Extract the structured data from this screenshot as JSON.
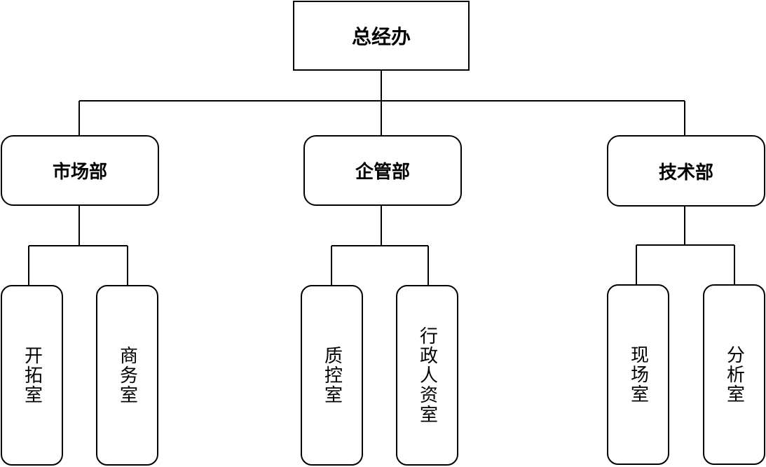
{
  "root": {
    "label": "总经办"
  },
  "departments": [
    {
      "label": "市场部",
      "children": [
        {
          "label": "开拓室"
        },
        {
          "label": "商务室"
        }
      ]
    },
    {
      "label": "企管部",
      "children": [
        {
          "label": "质控室"
        },
        {
          "label": "行政人资室"
        }
      ]
    },
    {
      "label": "技术部",
      "children": [
        {
          "label": "现场室"
        },
        {
          "label": "分析室"
        }
      ]
    }
  ]
}
